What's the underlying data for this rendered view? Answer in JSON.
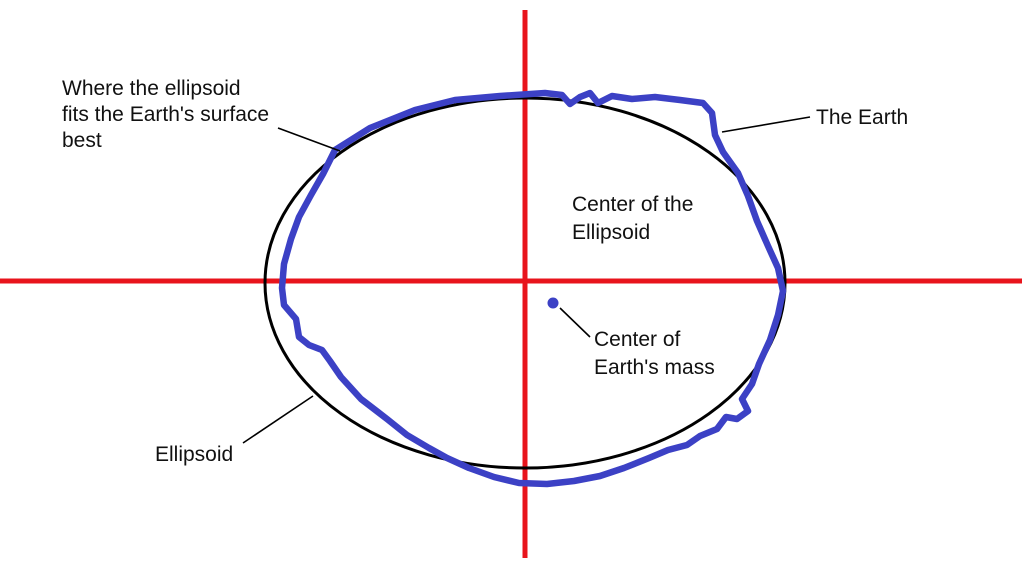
{
  "diagram": {
    "title": "Ellipsoid vs Earth diagram",
    "colors": {
      "axis": "#e8141c",
      "ellipse": "#000000",
      "earth": "#3c41c5",
      "leader": "#000000",
      "text": "#111111"
    },
    "labels": {
      "fit": {
        "lines": [
          "Where the ellipsoid",
          "fits the Earth's surface",
          "best"
        ]
      },
      "earth": {
        "text": "The Earth"
      },
      "center_ellipsoid": {
        "lines": [
          "Center of the",
          "Ellipsoid"
        ]
      },
      "center_mass": {
        "lines": [
          "Center of",
          "Earth's mass"
        ]
      },
      "ellipsoid": {
        "text": "Ellipsoid"
      }
    }
  }
}
